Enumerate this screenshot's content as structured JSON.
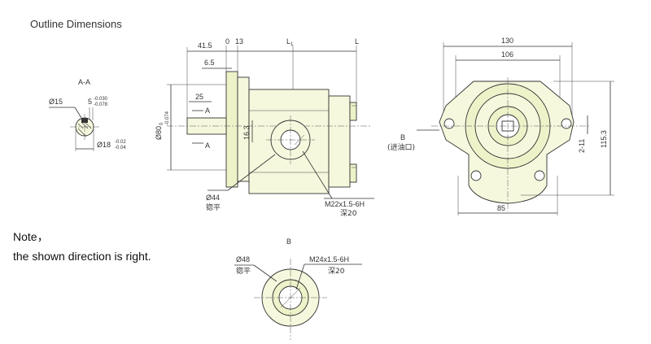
{
  "title": "Outline Dimensions",
  "note": {
    "line1": "Note，",
    "line2": "the shown direction is right."
  },
  "section_view": {
    "label": "A-A",
    "dia15": "Ø15",
    "key_width": "5",
    "key_width_tol_upper": "-0.030",
    "key_width_tol_lower": "-0.078",
    "dia18": "Ø18",
    "dia18_tol_upper": "-0.02",
    "dia18_tol_lower": "-0.04"
  },
  "side_view": {
    "dim_41_5": "41.5",
    "dim_0": "0",
    "dim_13": "13",
    "dim_L1": "L",
    "dim_L1_sub": "1",
    "dim_L": "L",
    "dim_6_5": "6.5",
    "dim_25": "25",
    "section_mark_a": "A",
    "dia80": "Ø80",
    "dia80_tol_upper": "0",
    "dia80_tol_lower": "-0.074",
    "dim_16_3": "16.3",
    "dia44": "Ø44",
    "spotface_1": "锪平",
    "thread_port": "M22x1.5-6H",
    "depth_port": "深20"
  },
  "front_view": {
    "dim_130": "130",
    "dim_106": "106",
    "dim_115_3": "115.3",
    "dim_2_11": "2-11",
    "dim_85": "85",
    "port_label": "B",
    "port_desc": "(进油口)"
  },
  "detail_b": {
    "label": "B",
    "dia48": "Ø48",
    "spotface": "锪平",
    "thread": "M24x1.5-6H",
    "depth": "深20"
  }
}
